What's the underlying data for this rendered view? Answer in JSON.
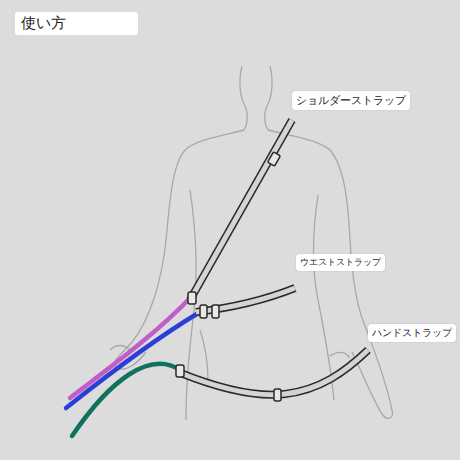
{
  "diagram": {
    "title": "使い方",
    "nodes": [
      {
        "text": [
          "ショルダーストラップ"
        ]
      },
      {
        "text": [
          "ウエストストラップ"
        ]
      },
      {
        "text": [
          "ハンドストラップ"
        ]
      }
    ]
  }
}
